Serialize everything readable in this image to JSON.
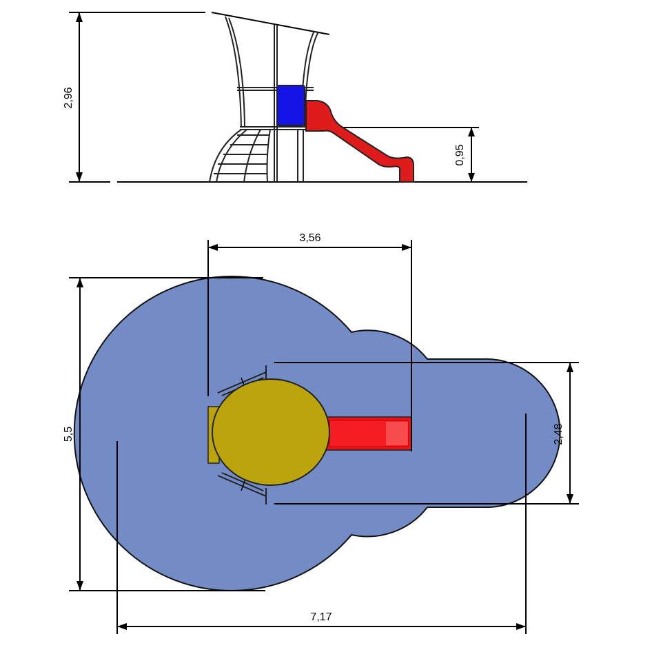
{
  "side_view": {
    "dimensions": {
      "total_height": "2,96",
      "platform_height": "0,95"
    },
    "colors": {
      "panel": "#1414e6",
      "slide": "#e01b1b"
    }
  },
  "plan_view": {
    "dimensions": {
      "slide_length": "3,56",
      "total_depth": "5,5",
      "slide_width": "2,48",
      "total_width": "7,17"
    },
    "colors": {
      "safety_zone": "#738cc6",
      "platform": "#bba40c",
      "slide": "#e8141a"
    }
  }
}
